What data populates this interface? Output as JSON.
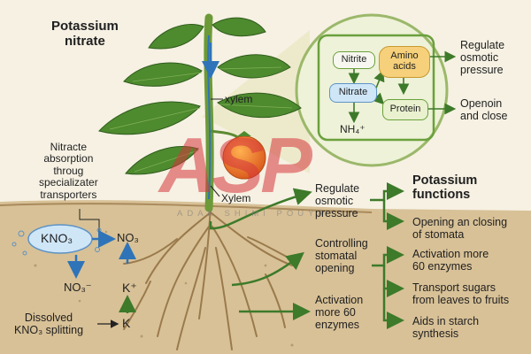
{
  "title": {
    "line1": "Potassium",
    "line2": "nitrate"
  },
  "inset": {
    "nitrite": "Nitrite",
    "amino": {
      "line1": "Amino",
      "line2": "acids"
    },
    "nitrate": "Nitrate",
    "protein": "Protein",
    "ammonium": "NH₄⁺",
    "regulate": {
      "line1": "Regulate",
      "line2": "osmotic",
      "line3": "pressure"
    },
    "open": {
      "line1": "Openoin",
      "line2": "and close"
    }
  },
  "labels": {
    "xylem_upper": "xylem",
    "xylem_lower": "Xylem",
    "absorption": {
      "line1": "Nitracte",
      "line2": "absorption",
      "line3": "throug",
      "line4": "specializater",
      "line5": "transporters"
    },
    "kno3": "KNO₃",
    "no3_right": "NO₃",
    "no3_minus": "NO₃⁻",
    "k_plus": "K⁺",
    "k": "K",
    "dissolved": {
      "line1": "Dissolved",
      "line2": "KNO₃ splitting"
    }
  },
  "middle": {
    "regulate": {
      "line1": "Regulate",
      "line2": "osmotic",
      "line3": "pressure"
    },
    "controlling": {
      "line1": "Controlling",
      "line2": "stomatal",
      "line3": "opening"
    },
    "activation": {
      "line1": "Activation",
      "line2": "more 60",
      "line3": "enzymes"
    }
  },
  "functions": {
    "heading": {
      "line1": "Potassium",
      "line2": "functions"
    },
    "items": [
      {
        "line1": "Opening an closing",
        "line2": "of stomata"
      },
      {
        "line1": "Activation more",
        "line2": "60 enzymes"
      },
      {
        "line1": "Transport sugars",
        "line2": "from leaves to fruits"
      },
      {
        "line1": "Aids in starch",
        "line2": "synthesis"
      }
    ]
  },
  "watermark": {
    "logo": "ASP",
    "text": "ADAK SHIMI POUYA"
  },
  "colors": {
    "green_arrow": "#3d7a2a",
    "blue_arrow": "#2f74b8",
    "leaf": "#4e8a2e",
    "soil": "#d9c39a",
    "fruit": "#e8792b"
  }
}
